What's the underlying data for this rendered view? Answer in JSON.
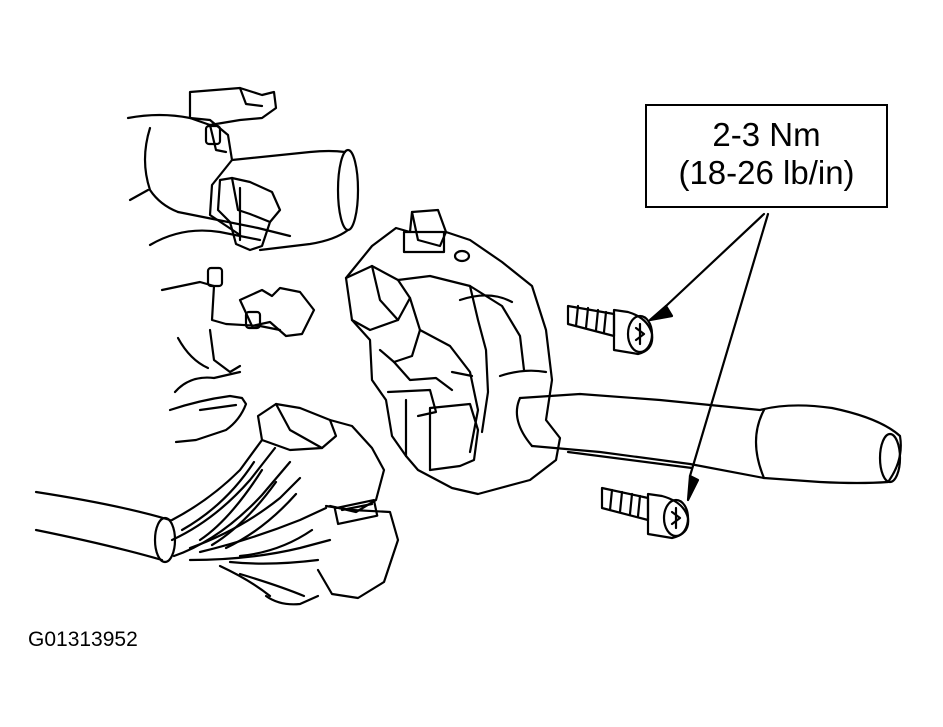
{
  "callout": {
    "torque_metric": "2-3 Nm",
    "torque_imperial": "(18-26 lb/in)"
  },
  "figure_id": "G01313952"
}
